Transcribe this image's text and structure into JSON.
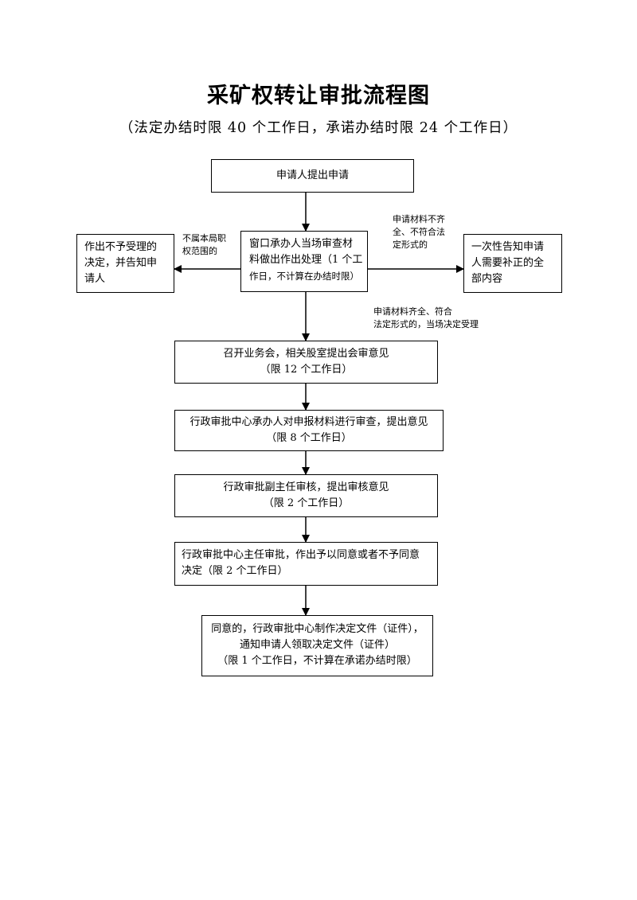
{
  "title": "采矿权转让审批流程图",
  "subtitle": "（法定办结时限 40 个工作日，承诺办结时限 24 个工作日）",
  "nodes": {
    "apply": "申请人提出申请",
    "window_review": [
      "窗口承办人当场审查材",
      "料做出作出处理（1 个工",
      "作日，不计算在办结时限）"
    ],
    "reject": [
      "作出不予受理的",
      "决定，并告知申",
      "请人"
    ],
    "notify": [
      "一次性告知申请",
      "人需要补正的全",
      "部内容"
    ],
    "meeting": [
      "召开业务会，相关股室提出会审意见",
      "（限 12 个工作日）"
    ],
    "center_review": [
      "行政审批中心承办人对申报材料进行审查，提出意见",
      "（限 8 个工作日）"
    ],
    "deputy_review": [
      "行政审批副主任审核，提出审核意见",
      "（限 2 个工作日）"
    ],
    "director_approval": [
      "行政审批中心主任审批，作出予以同意或者不予同意",
      "决定（限 2 个工作日）"
    ],
    "issue_document": [
      "同意的，行政审批中心制作决定文件（证件），",
      "通知申请人领取决定文件（证件）",
      "（限 1 个工作日，不计算在承诺办结时限）"
    ]
  },
  "edge_labels": {
    "not_in_scope": [
      "不属本局职",
      "权范围的"
    ],
    "incomplete": [
      "申请材料不齐",
      "全、不符合法",
      "定形式的"
    ],
    "complete": [
      "申请材料齐全、符合",
      "法定形式的，当场决定受理"
    ]
  }
}
